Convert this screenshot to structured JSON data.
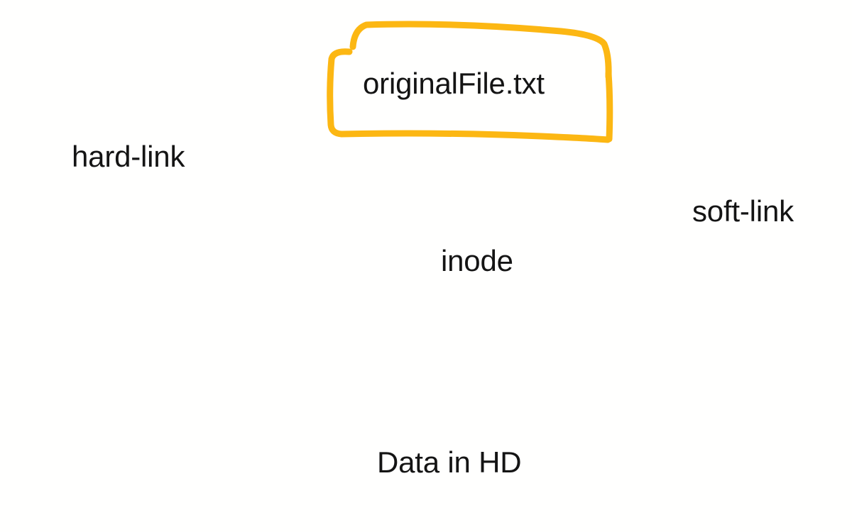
{
  "diagram": {
    "title": "Filesystem links diagram",
    "background_color": "#fffffe",
    "palette": {
      "box_outline": "#fcb713",
      "green_arrow": "#80c41c",
      "blue_arrow": "#2b7e9d",
      "text": "#141414"
    },
    "nodes": [
      {
        "id": "original-file",
        "label": "originalFile.txt"
      },
      {
        "id": "hard-link",
        "label": "hard-link"
      },
      {
        "id": "inode",
        "label": "inode"
      },
      {
        "id": "soft-link",
        "label": "soft-link"
      },
      {
        "id": "data-in-hd",
        "label": "Data in HD"
      }
    ],
    "edges": [
      {
        "id": "original-to-inode",
        "from": "original-file",
        "to": "inode",
        "color": "#80c41c",
        "style": "arrow-down"
      },
      {
        "id": "inode-to-data",
        "from": "inode",
        "to": "data-in-hd",
        "color": "#80c41c",
        "style": "arrow-down"
      },
      {
        "id": "hardlink-to-inode",
        "from": "hard-link",
        "to": "inode",
        "color": "#2b7e9d",
        "style": "curved-arrow-right"
      },
      {
        "id": "softlink-to-original",
        "from": "soft-link",
        "to": "original-file",
        "color": "#2b7e9d",
        "style": "curved-arrow-up-left"
      }
    ]
  }
}
